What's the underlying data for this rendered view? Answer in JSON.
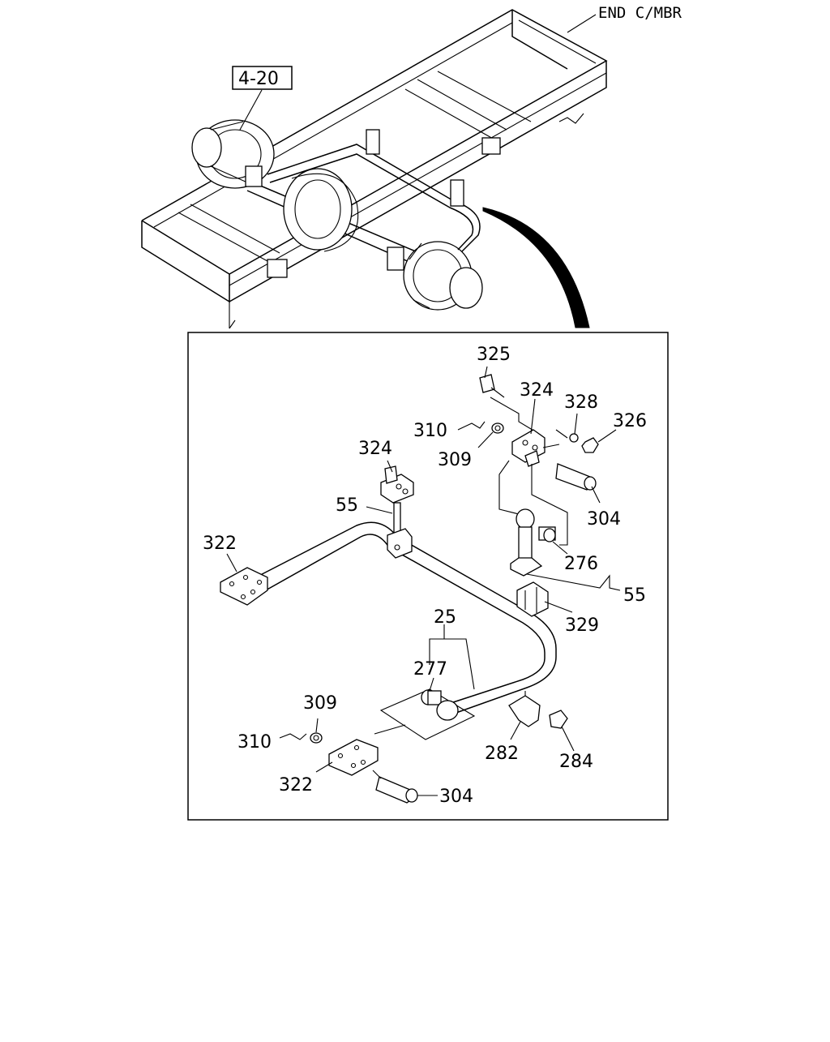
{
  "overview": {
    "frame_label": "END C/MBR",
    "ref_box": "4-20"
  },
  "callouts": {
    "c325": "325",
    "c324_top": "324",
    "c328": "328",
    "c326": "326",
    "c310_top": "310",
    "c309_top": "309",
    "c324_left": "324",
    "c55_left": "55",
    "c322_top": "322",
    "c304_top": "304",
    "c276": "276",
    "c55_right": "55",
    "c329": "329",
    "c25": "25",
    "c277": "277",
    "c309_bottom": "309",
    "c310_bottom": "310",
    "c282": "282",
    "c284": "284",
    "c322_bottom": "322",
    "c304_bottom": "304"
  }
}
